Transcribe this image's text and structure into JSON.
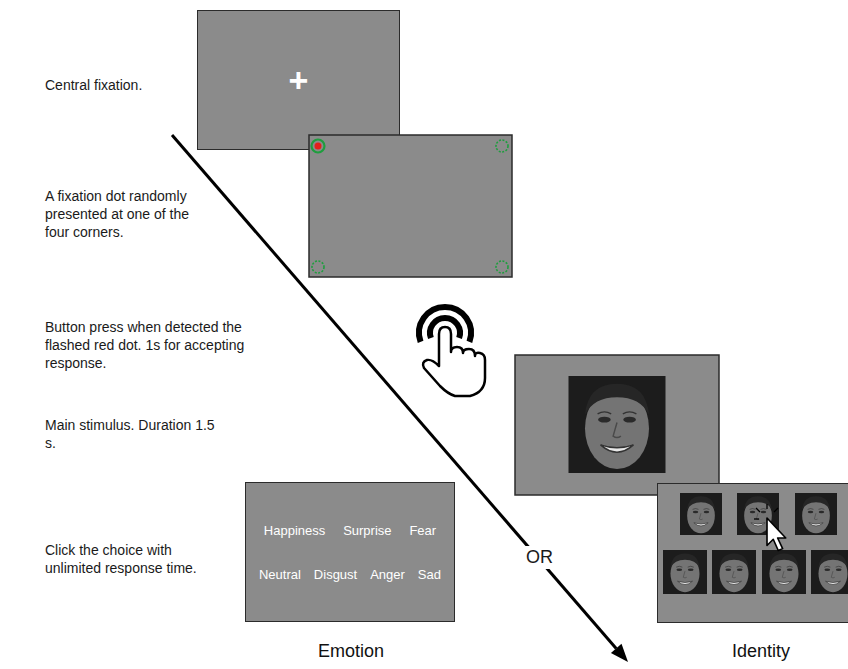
{
  "diagram": {
    "nodes": [
      {
        "text": [
          "+"
        ]
      },
      {
        "text": [
          "Happiness",
          "Surprise",
          "Fear",
          "Neutral",
          "Disgust",
          "Anger",
          "Sad",
          "Emotion"
        ]
      },
      {
        "text": [
          "Identity"
        ]
      }
    ],
    "labels": [
      "Central fixation.",
      "A fixation dot randomly presented at one of the four corners.",
      "Button press when detected the flashed red dot. 1s for accepting response.",
      "Main stimulus. Duration 1.5 s.",
      "Click the choice with unlimited response time.",
      "OR"
    ]
  }
}
